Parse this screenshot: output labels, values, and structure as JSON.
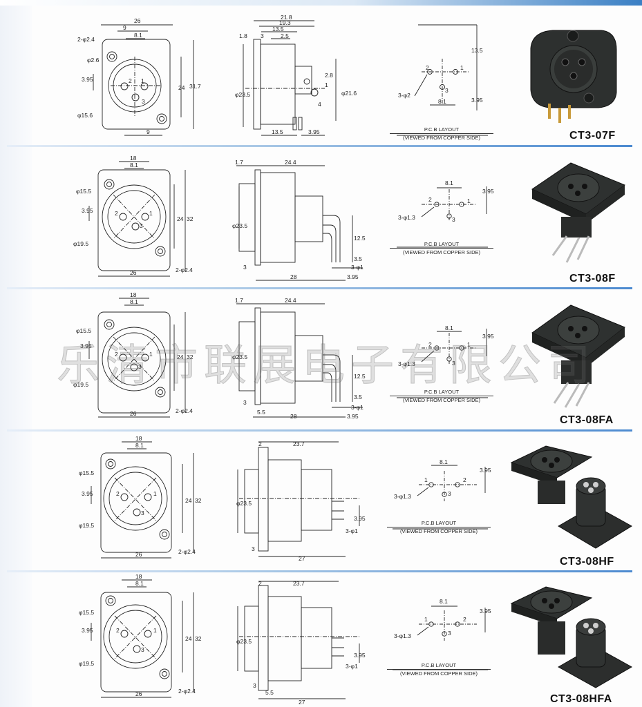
{
  "watermark": "乐清市联展电子有限公司",
  "pcb_caption": {
    "line1": "P.C.B LAYOUT",
    "line2": "(VIEWED FROM COPPER SIDE)"
  },
  "rows": [
    {
      "model": "CT3-07F",
      "front": {
        "w": "26",
        "a": "9",
        "b": "8.1",
        "holes": "2-φ2.4",
        "pin": "φ2.6",
        "off": "3.95",
        "dia": "φ15.6",
        "h1": "24",
        "h2": "31.7",
        "bot": "9"
      },
      "side": {
        "d1": "21.8",
        "d2": "19.3",
        "d3": "13.5",
        "d4": "2.5",
        "d5": "1.8",
        "d6": "3",
        "dia": "φ23.5",
        "dia2": "φ21.6",
        "v1": "2.8",
        "v2": "1",
        "v3": "4",
        "b1": "13.5",
        "b2": "3.95"
      },
      "pcb": {
        "holes": "3-φ2",
        "v1": "13.5",
        "v2": "3.95",
        "h": "8.1"
      }
    },
    {
      "model": "CT3-08F",
      "front": {
        "w": "18",
        "b": "8.1",
        "d1": "φ15.5",
        "off": "3.95",
        "d2": "φ19.5",
        "h1": "24",
        "h2": "32",
        "bot": "26",
        "holes": "2-φ2.4"
      },
      "side": {
        "t1": "1.7",
        "t2": "24.4",
        "dia": "φ23.5",
        "v1": "12.5",
        "v2": "3.5",
        "b1": "3",
        "b2": "28",
        "b3": "3.95",
        "pins": "3-φ1"
      },
      "pcb": {
        "h": "8.1",
        "v": "3.95",
        "holes": "3-φ1.3"
      }
    },
    {
      "model": "CT3-08FA",
      "front": {
        "w": "18",
        "b": "8.1",
        "d1": "φ15.5",
        "off": "3.95",
        "d2": "φ19.5",
        "h1": "24",
        "h2": "32",
        "bot": "26",
        "holes": "2-φ2.4"
      },
      "side": {
        "t1": "1.7",
        "t2": "24.4",
        "dia": "φ23.5",
        "v1": "12.5",
        "v2": "3.5",
        "b1": "3",
        "b0": "5.5",
        "b2": "28",
        "b3": "3.95",
        "pins": "3-φ1"
      },
      "pcb": {
        "h": "8.1",
        "v": "3.95",
        "holes": "3-φ1.3"
      }
    },
    {
      "model": "CT3-08HF",
      "front": {
        "w": "18",
        "b": "8.1",
        "d1": "φ15.5",
        "off": "3.95",
        "d2": "φ19.5",
        "h1": "24",
        "h2": "32",
        "bot": "26",
        "holes": "2-φ2.4"
      },
      "side": {
        "t1": "2",
        "t2": "23.7",
        "dia": "φ23.5",
        "pins": "3-φ1",
        "v": "3.95",
        "b1": "3",
        "b2": "27"
      },
      "pcb": {
        "h": "8.1",
        "v": "3.95",
        "holes": "3-φ1.3"
      }
    },
    {
      "model": "CT3-08HFA",
      "front": {
        "w": "18",
        "b": "8.1",
        "d1": "φ15.5",
        "off": "3.95",
        "d2": "φ19.5",
        "h1": "24",
        "h2": "32",
        "bot": "26",
        "holes": "2-φ2.4"
      },
      "side": {
        "t1": "2",
        "t2": "23.7",
        "dia": "φ23.5",
        "pins": "3-φ1",
        "v": "3.95",
        "b1": "3",
        "b0": "5.5",
        "b2": "27"
      },
      "pcb": {
        "h": "8.1",
        "v": "3.95",
        "holes": "3-φ1.3"
      }
    }
  ],
  "pin_labels": {
    "p1": "1",
    "p2": "2",
    "p3": "3"
  },
  "colors": {
    "line": "#222222",
    "divider": "#4c8ad0",
    "connector": "#2c2f2e"
  }
}
